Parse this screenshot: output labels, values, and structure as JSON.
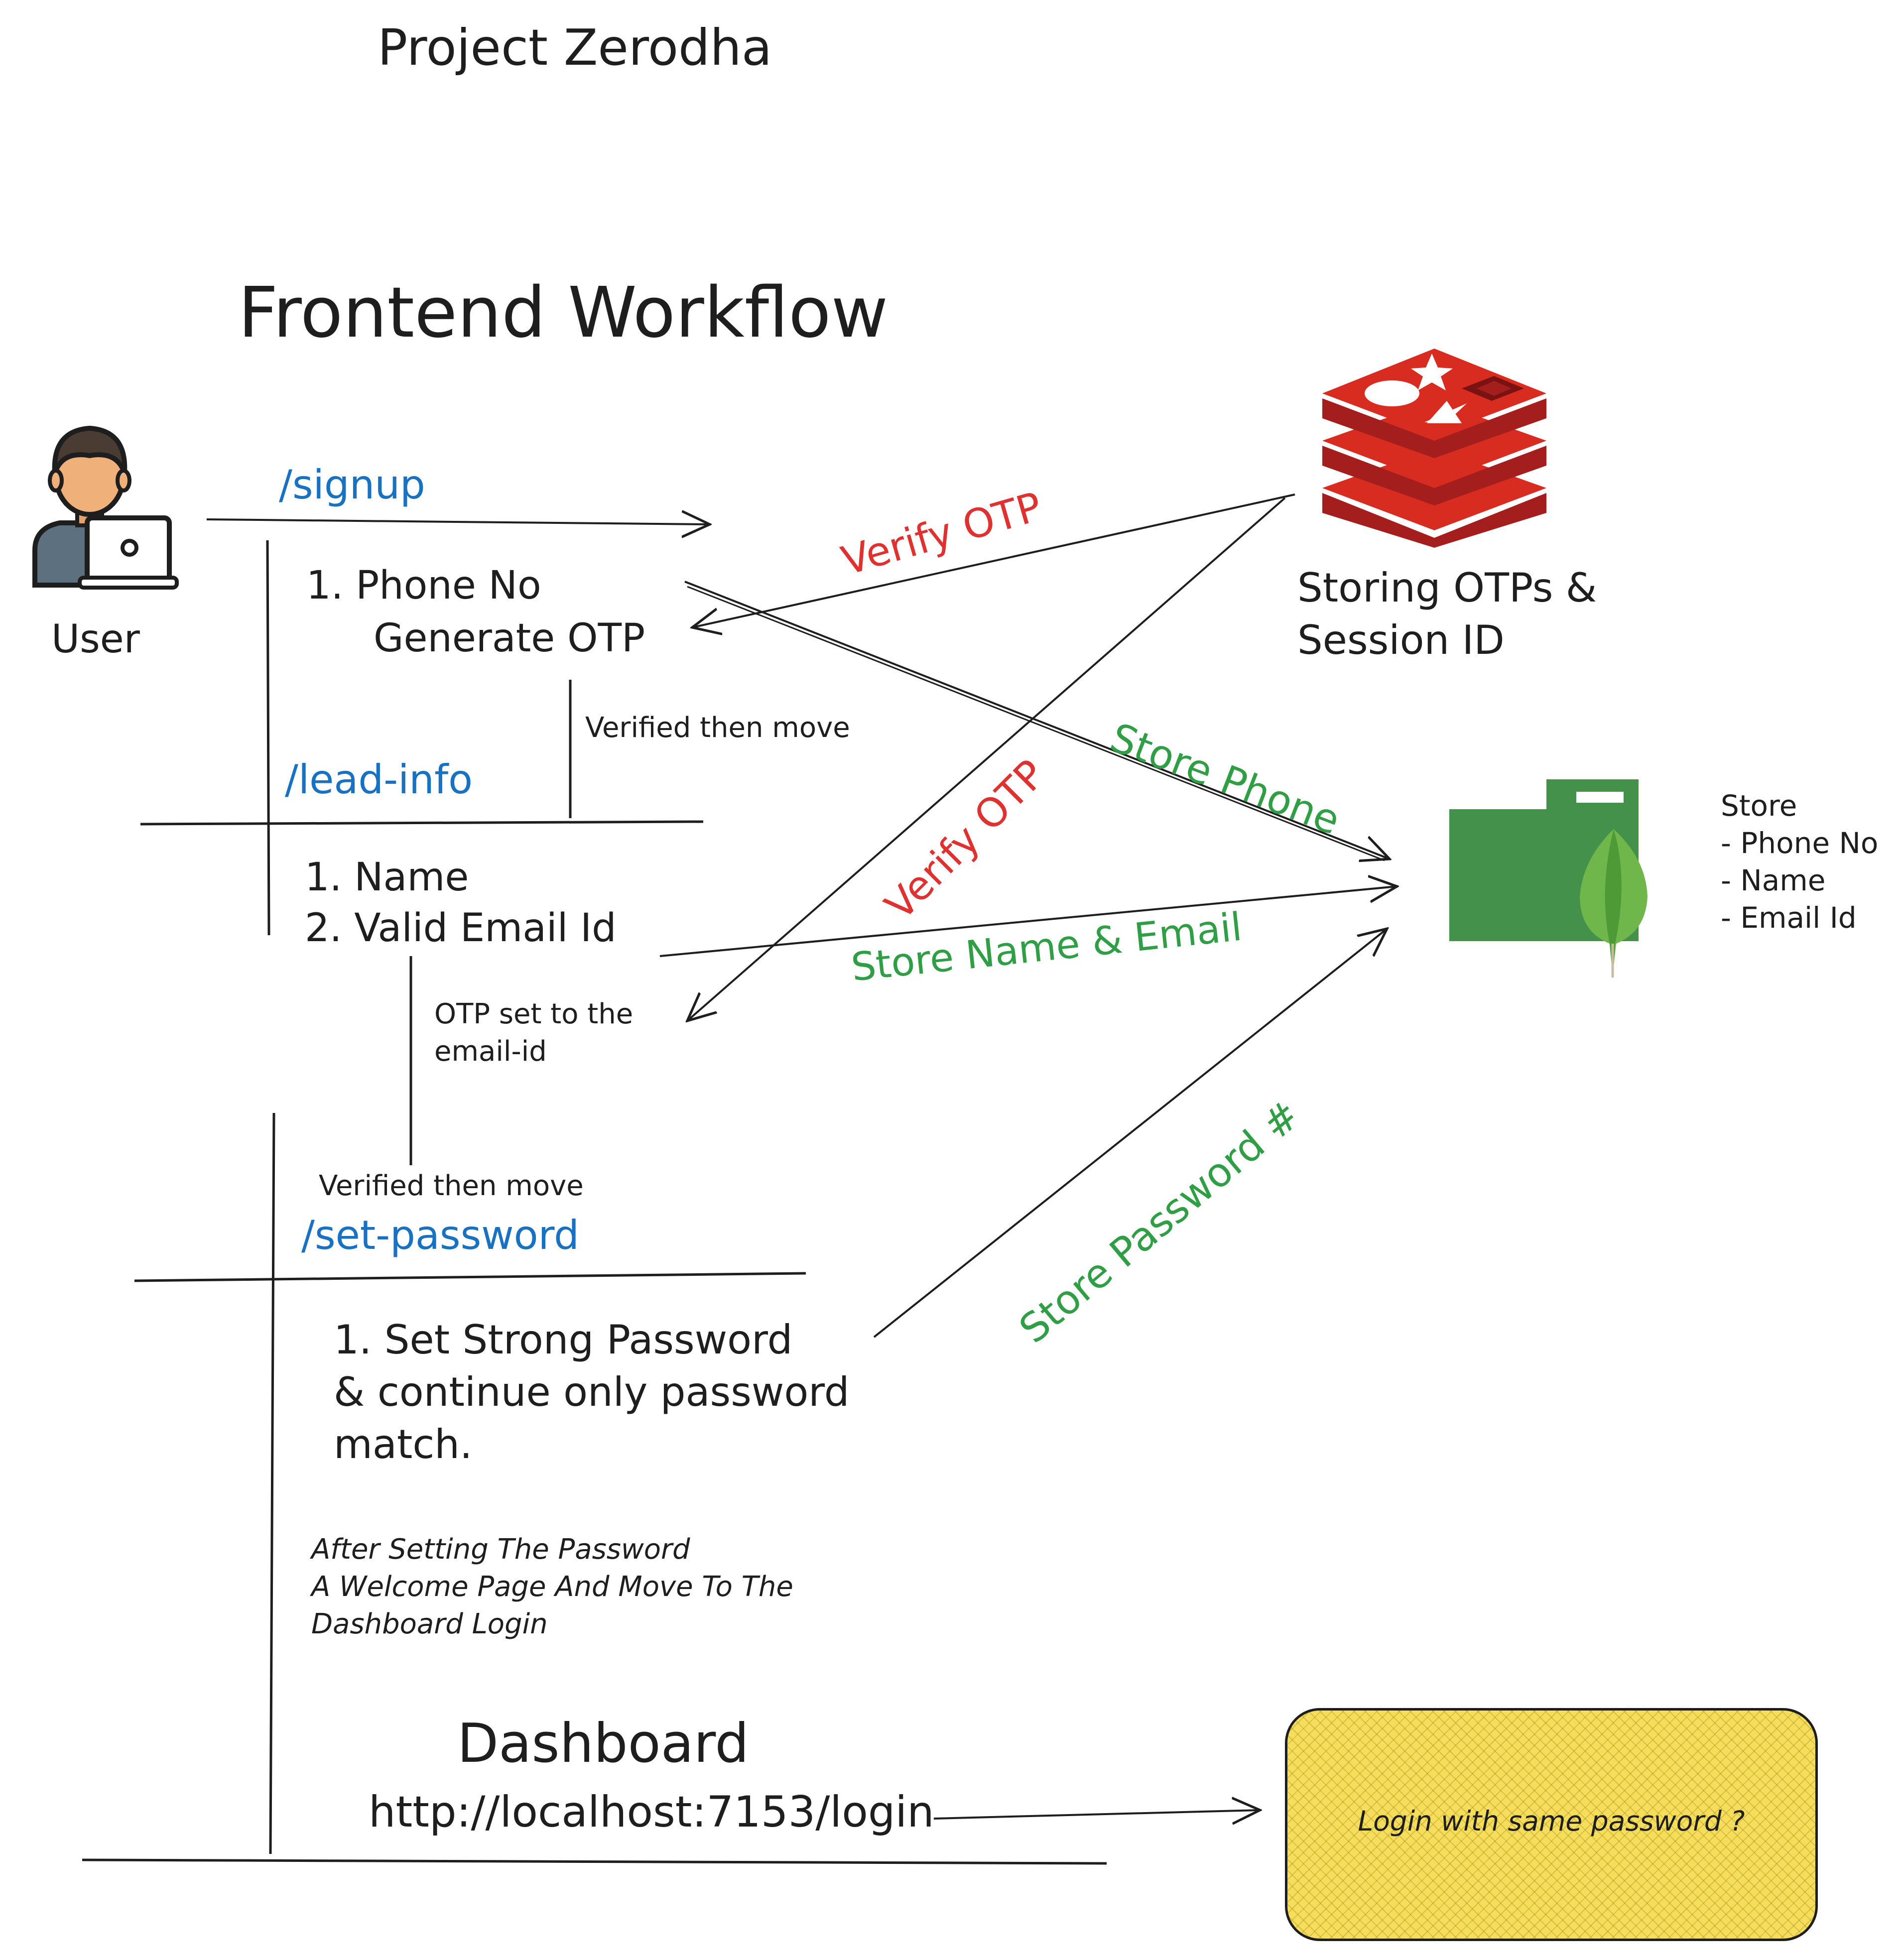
{
  "header": {
    "project_title": "Project Zerodha",
    "workflow_title": "Frontend Workflow"
  },
  "actor": {
    "label": "User",
    "icon": "user-with-laptop-icon"
  },
  "routes": {
    "signup": "/signup",
    "lead_info": "/lead-info",
    "set_password": "/set-password"
  },
  "signup_steps": {
    "line1": "1. Phone No",
    "line2": "Generate OTP"
  },
  "lead_info_steps": {
    "line1": "1. Name",
    "line2": "2. Valid Email Id"
  },
  "set_password_steps": {
    "line1": "1. Set Strong Password",
    "line2": "& continue only password",
    "line3": "match."
  },
  "notes": {
    "verified_move_1": "Verified then move",
    "verified_move_2": "Verified then move",
    "otp_email_line1": "OTP set to the",
    "otp_email_line2": "email-id",
    "after_password_line1": "After Setting The Password",
    "after_password_line2": "A Welcome Page And Move To The",
    "after_password_line3": "Dashboard Login"
  },
  "redis": {
    "icon": "redis-stack-icon",
    "label_line1": "Storing OTPs &",
    "label_line2": "Session ID"
  },
  "mongodb": {
    "icon": "mongodb-folder-icon",
    "store_title": "Store",
    "store_items": [
      "- Phone No",
      "- Name",
      "- Email Id"
    ]
  },
  "arrows": {
    "verify_otp_1": "Verify OTP",
    "verify_otp_2": "Verify OTP",
    "store_phone": "Store Phone",
    "store_name_email": "Store Name & Email",
    "store_password": "Store Password #"
  },
  "dashboard": {
    "title": "Dashboard",
    "url": "http://localhost:7153/login"
  },
  "login_box": {
    "label": "Login with same password ?"
  },
  "colors": {
    "ink": "#1e1e1e",
    "route_blue": "#1971c2",
    "verify_red": "#e03131",
    "store_green": "#2f9e44",
    "redis_red": "#c62828",
    "mongo_green": "#43914a",
    "login_box_fill": "#f5de5c"
  }
}
